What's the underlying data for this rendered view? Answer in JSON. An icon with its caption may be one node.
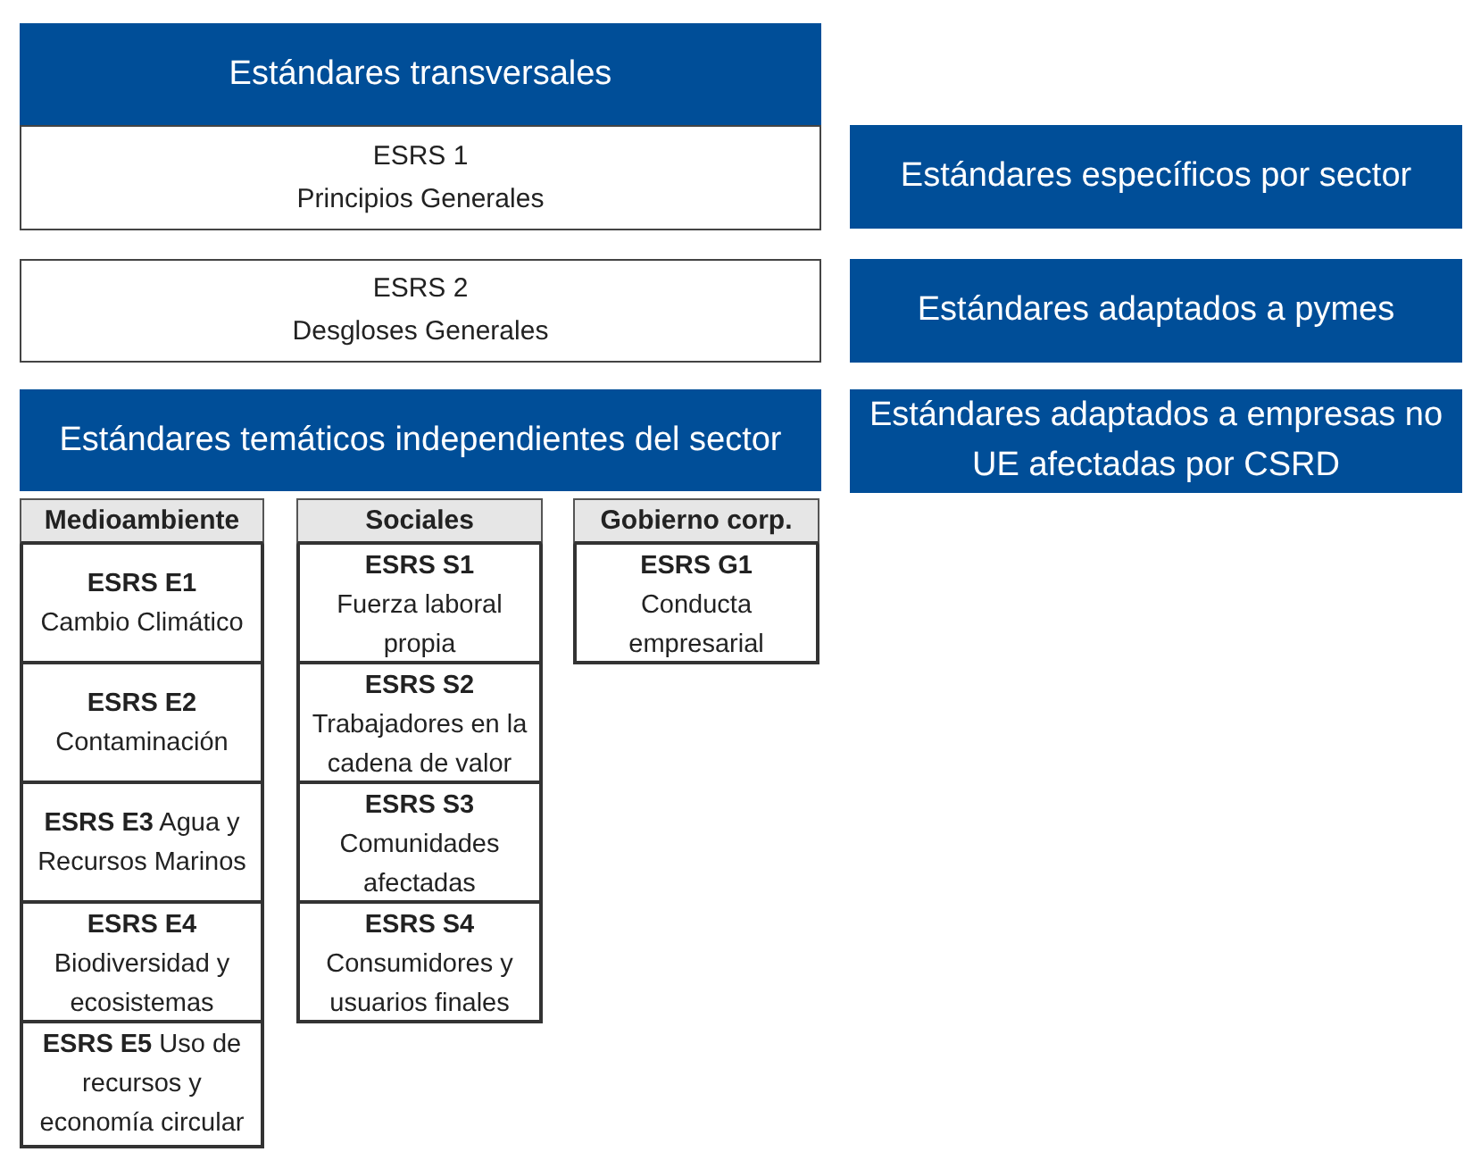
{
  "diagram": {
    "nodes": [
      {
        "text": [
          "Estándares transversales"
        ]
      },
      {
        "text": [
          "ESRS 1",
          "Principios Generales"
        ]
      },
      {
        "text": [
          "ESRS 2",
          "Desgloses Generales"
        ]
      },
      {
        "text": [
          "Estándares temáticos independientes del sector"
        ]
      },
      {
        "text": [
          "Medioambiente"
        ]
      },
      {
        "text": [
          "ESRS E1",
          "Cambio Climático"
        ]
      },
      {
        "text": [
          "ESRS E2",
          "Contaminación"
        ]
      },
      {
        "text": [
          "**ESRS E3** Agua y Recursos Marinos"
        ]
      },
      {
        "text": [
          "ESRS E4",
          "Biodiversidad y ecosistemas"
        ]
      },
      {
        "text": [
          "**ESRS E5** Uso de recursos y economía circular"
        ]
      },
      {
        "text": [
          "Sociales"
        ]
      },
      {
        "text": [
          "ESRS S1",
          "Fuerza laboral propia"
        ]
      },
      {
        "text": [
          "ESRS S2",
          "Trabajadores en la cadena de valor"
        ]
      },
      {
        "text": [
          "ESRS S3",
          "Comunidades afectadas"
        ]
      },
      {
        "text": [
          "ESRS S4",
          "Consumidores y usuarios finales"
        ]
      },
      {
        "text": [
          "Gobierno corp."
        ]
      },
      {
        "text": [
          "ESRS G1",
          "Conducta empresarial"
        ]
      },
      {
        "text": [
          "Estándares específicos por sector"
        ]
      },
      {
        "text": [
          "Estándares adaptados a pymes"
        ]
      },
      {
        "text": [
          "Estándares adaptados a empresas no UE afectadas por CSRD"
        ]
      }
    ]
  }
}
